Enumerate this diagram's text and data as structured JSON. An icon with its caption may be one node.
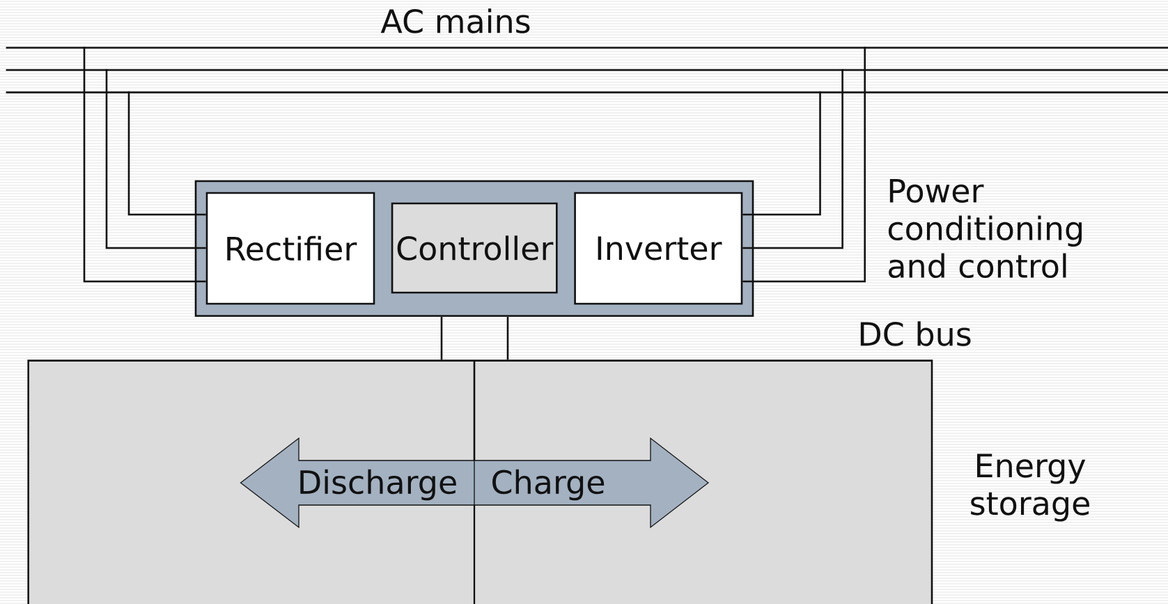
{
  "diagram": {
    "nodes": [
      {
        "text": [
          "AC mains"
        ]
      },
      {
        "text": [],
        "shape": "box"
      },
      {
        "text": [
          "Rectifier"
        ],
        "in": 1
      },
      {
        "text": [
          "Controller"
        ],
        "in": 1
      },
      {
        "text": [
          "Inverter"
        ],
        "in": 1
      },
      {
        "text": [],
        "shape": "box"
      },
      {
        "text": [
          "Discharge",
          "Charge"
        ],
        "in": 5
      }
    ],
    "edges": [
      {
        "from": 0,
        "to": 2,
        "arrow": "none"
      },
      {
        "from": 0,
        "to": 2,
        "arrow": "none"
      },
      {
        "from": 0,
        "to": 2,
        "arrow": "none"
      },
      {
        "from": 4,
        "to": 0,
        "arrow": "none"
      },
      {
        "from": 4,
        "to": 0,
        "arrow": "none"
      },
      {
        "from": 4,
        "to": 0,
        "arrow": "none"
      },
      {
        "from": 1,
        "to": 5,
        "arrow": "none"
      },
      {
        "from": 1,
        "to": 5,
        "arrow": "none"
      }
    ],
    "labels": [
      "Power conditioning and control",
      "DC bus",
      "Energy storage"
    ]
  }
}
